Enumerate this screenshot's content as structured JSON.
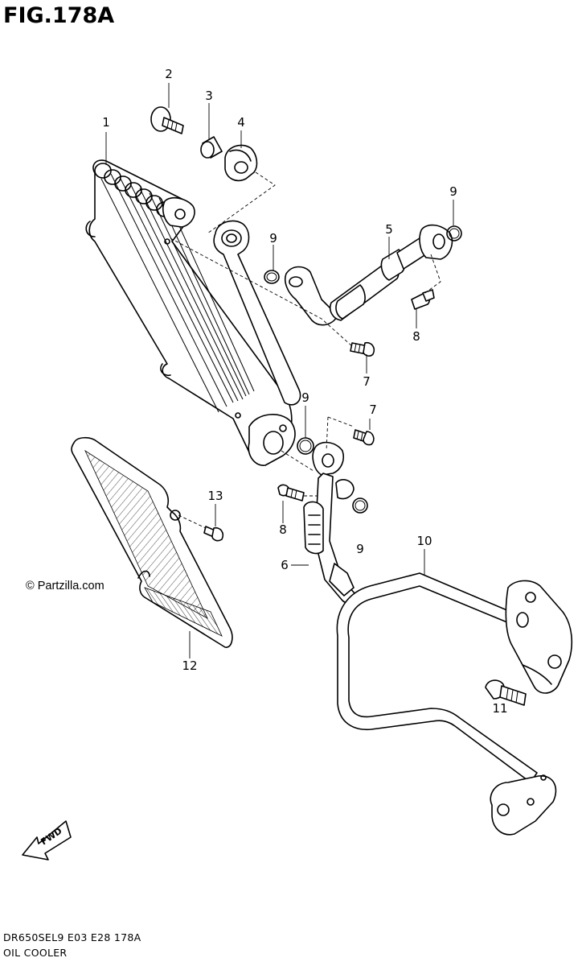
{
  "figure": {
    "title": "FIG.178A",
    "watermark": "© Partzilla.com",
    "footer_code": "DR650SEL9 E03 E28 178A",
    "footer_name": "OIL COOLER",
    "fwd_label": "FWD"
  },
  "callouts": [
    {
      "id": "c1",
      "label": "1"
    },
    {
      "id": "c2",
      "label": "2"
    },
    {
      "id": "c3",
      "label": "3"
    },
    {
      "id": "c4",
      "label": "4"
    },
    {
      "id": "c5",
      "label": "5"
    },
    {
      "id": "c6",
      "label": "6"
    },
    {
      "id": "c7a",
      "label": "7"
    },
    {
      "id": "c7b",
      "label": "7"
    },
    {
      "id": "c8a",
      "label": "8"
    },
    {
      "id": "c8b",
      "label": "8"
    },
    {
      "id": "c9a",
      "label": "9"
    },
    {
      "id": "c9b",
      "label": "9"
    },
    {
      "id": "c9c",
      "label": "9"
    },
    {
      "id": "c9d",
      "label": "9"
    },
    {
      "id": "c10",
      "label": "10"
    },
    {
      "id": "c11",
      "label": "11"
    },
    {
      "id": "c12",
      "label": "12"
    },
    {
      "id": "c13",
      "label": "13"
    }
  ]
}
